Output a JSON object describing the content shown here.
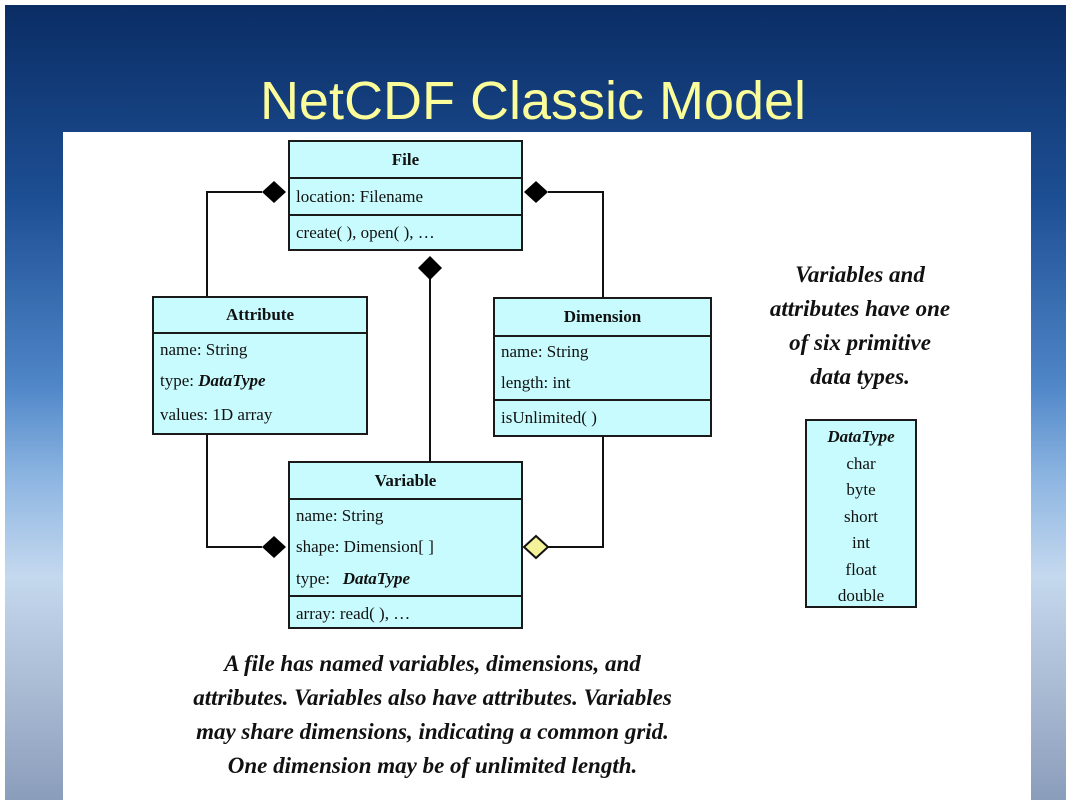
{
  "slide": {
    "title": "NetCDF Classic Model"
  },
  "diagram": {
    "file": {
      "name": "File",
      "attributes": [
        "location: Filename"
      ],
      "operations": "create( ), open( ), …"
    },
    "attribute": {
      "name": "Attribute",
      "attr_name": "name: String",
      "attr_type_prefix": "type:",
      "attr_type_value": "DataType",
      "attr_values": "values: 1D array"
    },
    "dimension": {
      "name": "Dimension",
      "attr_name": "name: String",
      "attr_length": "length: int",
      "operations": "isUnlimited( )"
    },
    "variable": {
      "name": "Variable",
      "attr_name": "name: String",
      "attr_shape": "shape: Dimension[ ]",
      "attr_type_prefix": "type:",
      "attr_type_value": "DataType",
      "operations": "array: read( ), …"
    },
    "datatype": {
      "header": "DataType",
      "items": [
        "char",
        "byte",
        "short",
        "int",
        "float",
        "double"
      ]
    },
    "notes": {
      "types": [
        "Variables and",
        "attributes have one",
        "of six primitive",
        "data types."
      ],
      "summary": [
        "A file has named variables, dimensions, and",
        "attributes. Variables also have attributes.  Variables",
        "may share dimensions, indicating a common grid.",
        "One dimension may be of unlimited length."
      ]
    },
    "colors": {
      "box_fill": "#c8fbfd",
      "title_color": "#fbfc9a",
      "aggregation_diamond": "#f5f39a"
    }
  }
}
